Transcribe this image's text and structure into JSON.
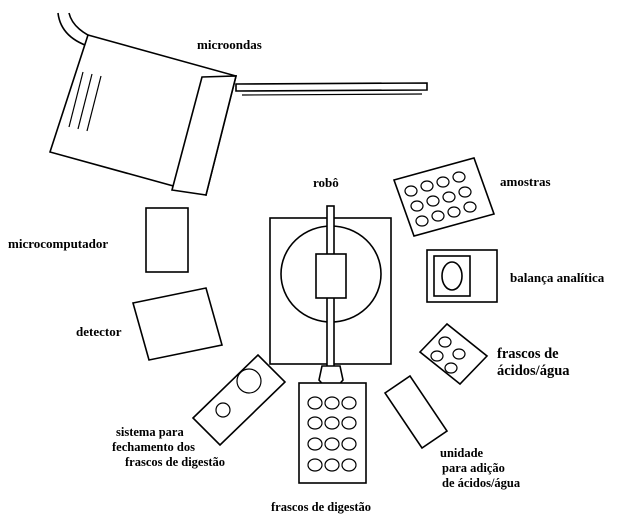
{
  "labels": {
    "microwave": "microondas",
    "robot": "robô",
    "samples": "amostras",
    "microcomputer": "microcomputador",
    "balance": "balança analítica",
    "detector": "detector",
    "acid_vials": [
      "frascos de",
      "ácidos/água"
    ],
    "closing_system": [
      "sistema para",
      "fechamento dos",
      "frascos de digestão"
    ],
    "addition_unit": [
      "unidade",
      "para adição",
      "de ácidos/água"
    ],
    "digestion_vials": "frascos de digestão"
  }
}
